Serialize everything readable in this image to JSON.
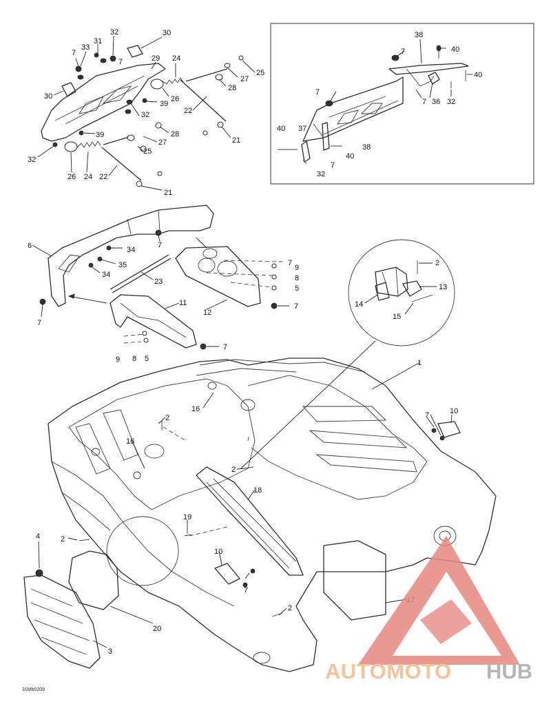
{
  "diagram": {
    "drawing_code": "31Mb0209",
    "callouts": [
      {
        "id": "c32a",
        "label": "32"
      },
      {
        "id": "c30a",
        "label": "30"
      },
      {
        "id": "c31",
        "label": "31"
      },
      {
        "id": "c33",
        "label": "33"
      },
      {
        "id": "c7a",
        "label": "7"
      },
      {
        "id": "c7b",
        "label": "7"
      },
      {
        "id": "c29",
        "label": "29"
      },
      {
        "id": "c24a",
        "label": "24"
      },
      {
        "id": "c25a",
        "label": "25"
      },
      {
        "id": "c27a",
        "label": "27"
      },
      {
        "id": "c28a",
        "label": "28"
      },
      {
        "id": "c30b",
        "label": "30"
      },
      {
        "id": "c26a",
        "label": "26"
      },
      {
        "id": "c39a",
        "label": "39"
      },
      {
        "id": "c32b",
        "label": "32"
      },
      {
        "id": "c22a",
        "label": "22"
      },
      {
        "id": "c21a",
        "label": "21"
      },
      {
        "id": "c39b",
        "label": "39"
      },
      {
        "id": "c28b",
        "label": "28"
      },
      {
        "id": "c27b",
        "label": "27"
      },
      {
        "id": "c25b",
        "label": "25"
      },
      {
        "id": "c32c",
        "label": "32"
      },
      {
        "id": "c26b",
        "label": "26"
      },
      {
        "id": "c24b",
        "label": "24"
      },
      {
        "id": "c22b",
        "label": "22"
      },
      {
        "id": "c21b",
        "label": "21"
      },
      {
        "id": "c38a",
        "label": "38"
      },
      {
        "id": "c7c",
        "label": "7"
      },
      {
        "id": "c40a",
        "label": "40"
      },
      {
        "id": "c40b",
        "label": "40"
      },
      {
        "id": "c7d",
        "label": "7"
      },
      {
        "id": "c7e",
        "label": "7"
      },
      {
        "id": "c36",
        "label": "36"
      },
      {
        "id": "c32d",
        "label": "32"
      },
      {
        "id": "c40c",
        "label": "40"
      },
      {
        "id": "c37",
        "label": "37"
      },
      {
        "id": "c38b",
        "label": "38"
      },
      {
        "id": "c40d",
        "label": "40"
      },
      {
        "id": "c7f",
        "label": "7"
      },
      {
        "id": "c32e",
        "label": "32"
      },
      {
        "id": "c6",
        "label": "6"
      },
      {
        "id": "c34a",
        "label": "34"
      },
      {
        "id": "c7g",
        "label": "7"
      },
      {
        "id": "c35",
        "label": "35"
      },
      {
        "id": "c34b",
        "label": "34"
      },
      {
        "id": "c23",
        "label": "23"
      },
      {
        "id": "c7h",
        "label": "7"
      },
      {
        "id": "c9a",
        "label": "9"
      },
      {
        "id": "c8a",
        "label": "8"
      },
      {
        "id": "c5a",
        "label": "5"
      },
      {
        "id": "c7i",
        "label": "7"
      },
      {
        "id": "c12",
        "label": "12"
      },
      {
        "id": "c7j",
        "label": "7"
      },
      {
        "id": "c11",
        "label": "11"
      },
      {
        "id": "c7k",
        "label": "7"
      },
      {
        "id": "c9b",
        "label": "9"
      },
      {
        "id": "c8b",
        "label": "8"
      },
      {
        "id": "c5b",
        "label": "5"
      },
      {
        "id": "c2a",
        "label": "2"
      },
      {
        "id": "c13",
        "label": "13"
      },
      {
        "id": "c14",
        "label": "14"
      },
      {
        "id": "c15",
        "label": "15"
      },
      {
        "id": "c1",
        "label": "1"
      },
      {
        "id": "c16a",
        "label": "16"
      },
      {
        "id": "c16b",
        "label": "16"
      },
      {
        "id": "c2b",
        "label": "2"
      },
      {
        "id": "c7l",
        "label": "7"
      },
      {
        "id": "c10a",
        "label": "10"
      },
      {
        "id": "c2c",
        "label": "2"
      },
      {
        "id": "c18",
        "label": "18"
      },
      {
        "id": "c19",
        "label": "19"
      },
      {
        "id": "c2d",
        "label": "2"
      },
      {
        "id": "c4",
        "label": "4"
      },
      {
        "id": "c10b",
        "label": "10"
      },
      {
        "id": "c7m",
        "label": "7"
      },
      {
        "id": "c2e",
        "label": "2"
      },
      {
        "id": "c20",
        "label": "20"
      },
      {
        "id": "c3",
        "label": "3"
      },
      {
        "id": "c17",
        "label": "17"
      }
    ]
  },
  "watermark": {
    "text_auto": "AUTOMOTO",
    "text_hub": "HUB",
    "colors": {
      "triangle": "#e8857f",
      "auto": "#f3b987",
      "hub": "#a9a9a9"
    }
  }
}
